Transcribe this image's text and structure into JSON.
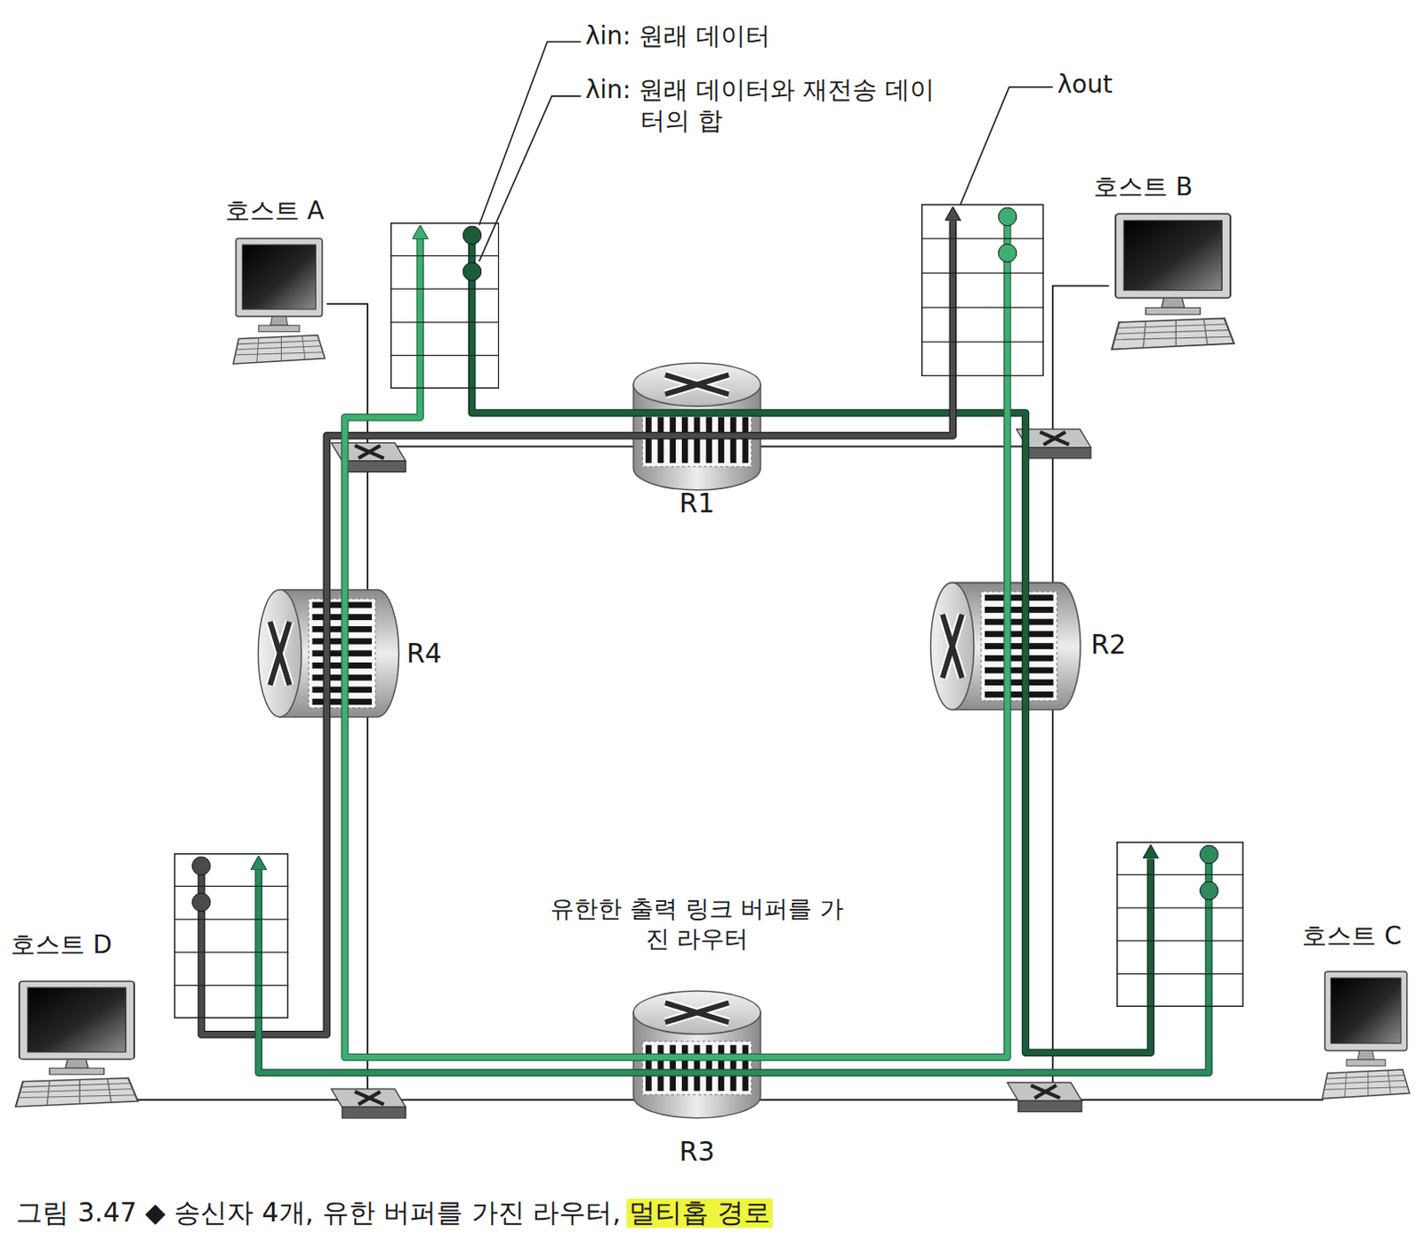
{
  "diagram": {
    "caption": "그림 3.47 ◆ 송신자 4개, 유한 버퍼를 가진 라우터, 멀티홉 경로",
    "nodes": [
      {
        "text": [
          "호스트 A"
        ]
      },
      {
        "text": [
          "호스트 B"
        ]
      },
      {
        "text": [
          "R1"
        ]
      },
      {
        "text": [
          "R4"
        ]
      },
      {
        "text": [
          "R2"
        ]
      },
      {
        "text": [
          "호스트 D"
        ]
      },
      {
        "text": [
          "호스트 C"
        ]
      },
      {
        "text": [
          "R3"
        ]
      }
    ],
    "edges": [
      {
        "from": 0,
        "to": 6,
        "arrow": "to"
      },
      {
        "from": 5,
        "to": 1,
        "arrow": "to"
      },
      {
        "from": 1,
        "to": 0,
        "arrow": "to"
      },
      {
        "from": 6,
        "to": 5,
        "arrow": "to"
      }
    ],
    "labels": [
      "λin: 원래 데이터",
      "λin: 원래 데이터와 재전송 데이터의 합",
      "λout",
      "유한한 출력 링크 버퍼를 가진 라우터"
    ]
  }
}
